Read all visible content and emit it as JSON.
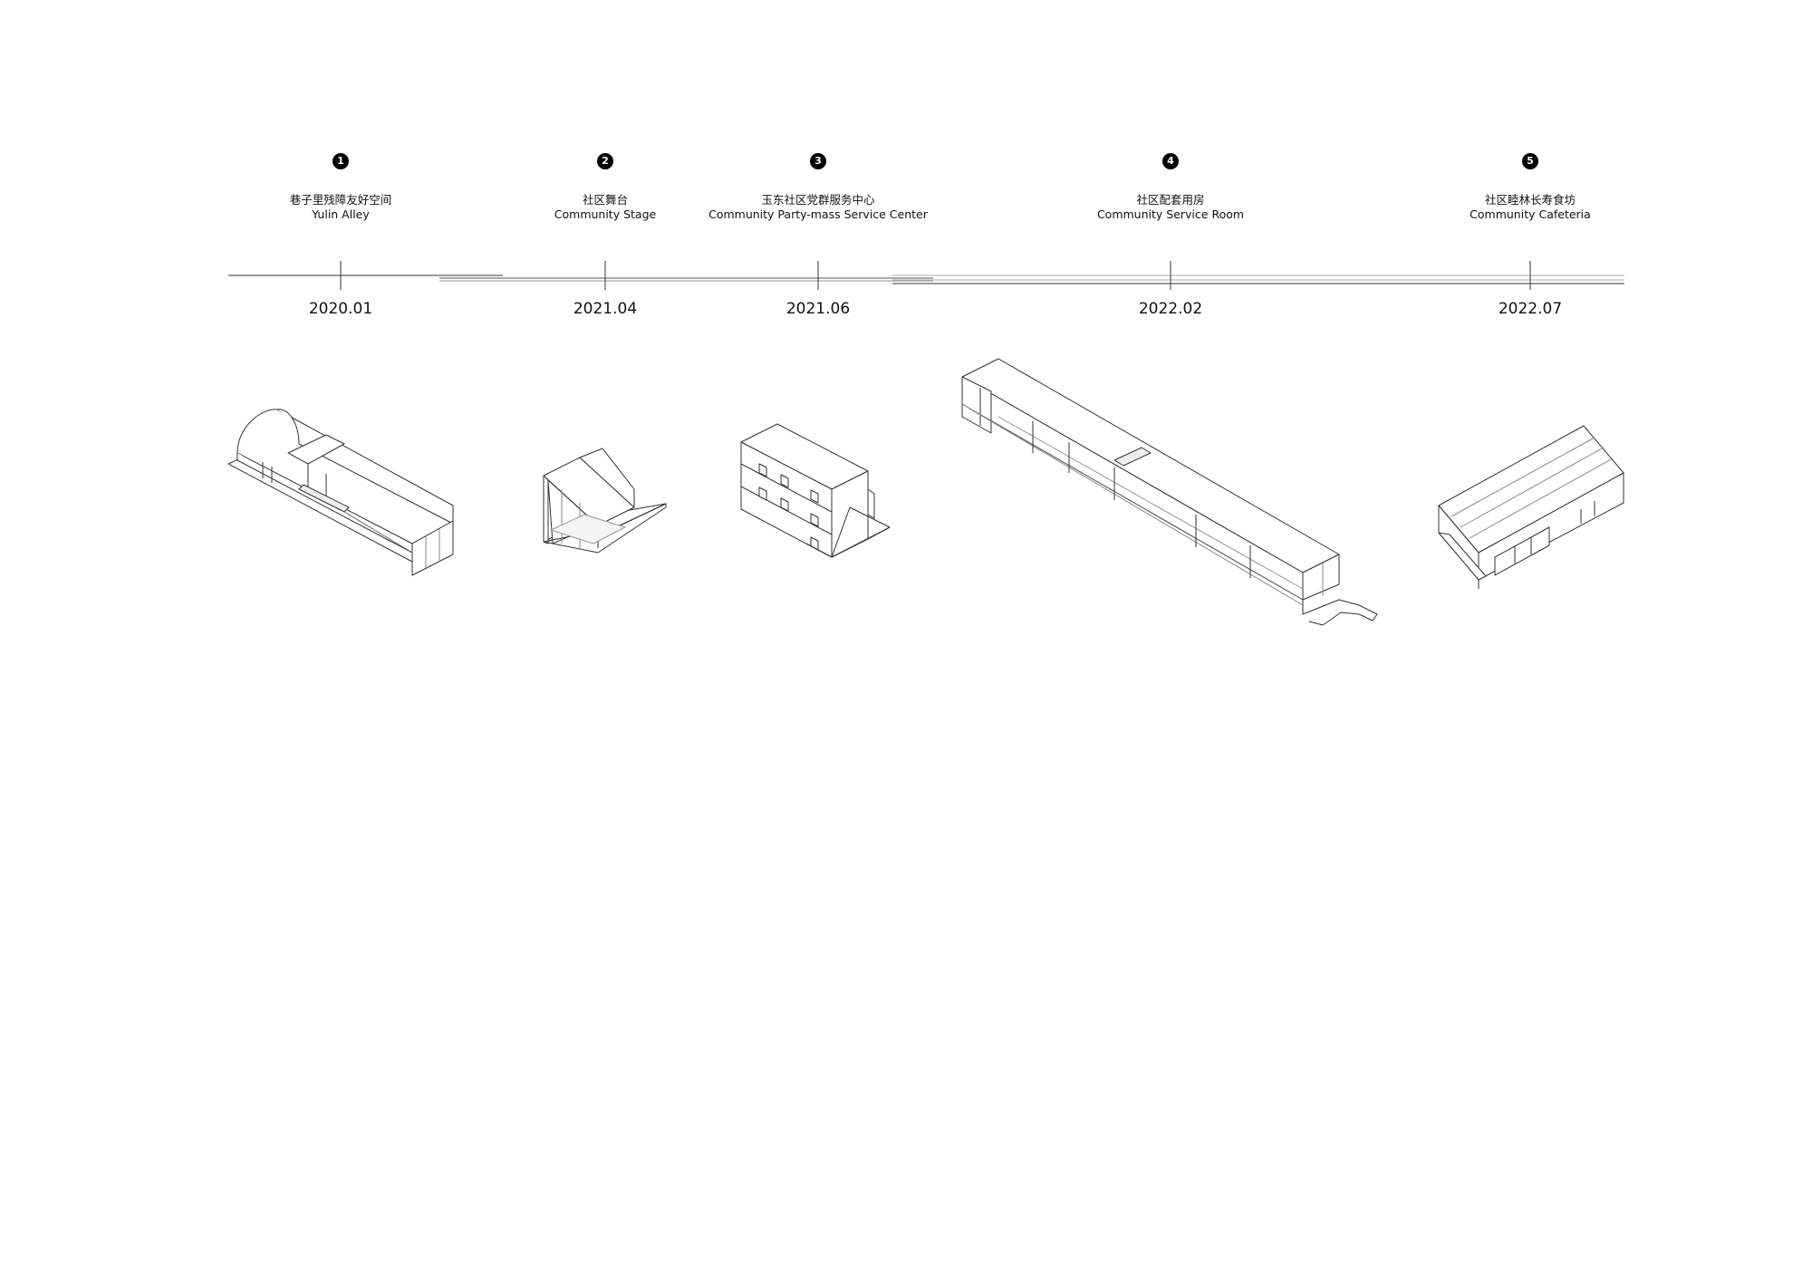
{
  "timeline": {
    "milestones": [
      {
        "number": "1",
        "label_zh": "巷子里残障友好空间",
        "label_en": "Yulin Alley",
        "date": "2020.01"
      },
      {
        "number": "2",
        "label_zh": "社区舞台",
        "label_en": "Community Stage",
        "date": "2021.04"
      },
      {
        "number": "3",
        "label_zh": "玉东社区党群服务中心",
        "label_en": "Community Party-mass Service Center",
        "date": "2021.06"
      },
      {
        "number": "4",
        "label_zh": "社区配套用房",
        "label_en": "Community Service Room",
        "date": "2022.02"
      },
      {
        "number": "5",
        "label_zh": "社区睦林长寿食坊",
        "label_en": "Community Cafeteria",
        "date": "2022.07"
      }
    ]
  },
  "buildings": [
    {
      "name": "yulin-alley-building",
      "icon": "isometric-vaulted-building"
    },
    {
      "name": "community-stage-building",
      "icon": "isometric-stage-pavilion"
    },
    {
      "name": "party-mass-center-building",
      "icon": "isometric-three-storey-block"
    },
    {
      "name": "service-room-building",
      "icon": "isometric-long-bar-building"
    },
    {
      "name": "cafeteria-building",
      "icon": "isometric-gable-roof-house"
    }
  ],
  "colors": {
    "line": "#333333",
    "badge": "#000000",
    "background": "#ffffff"
  }
}
